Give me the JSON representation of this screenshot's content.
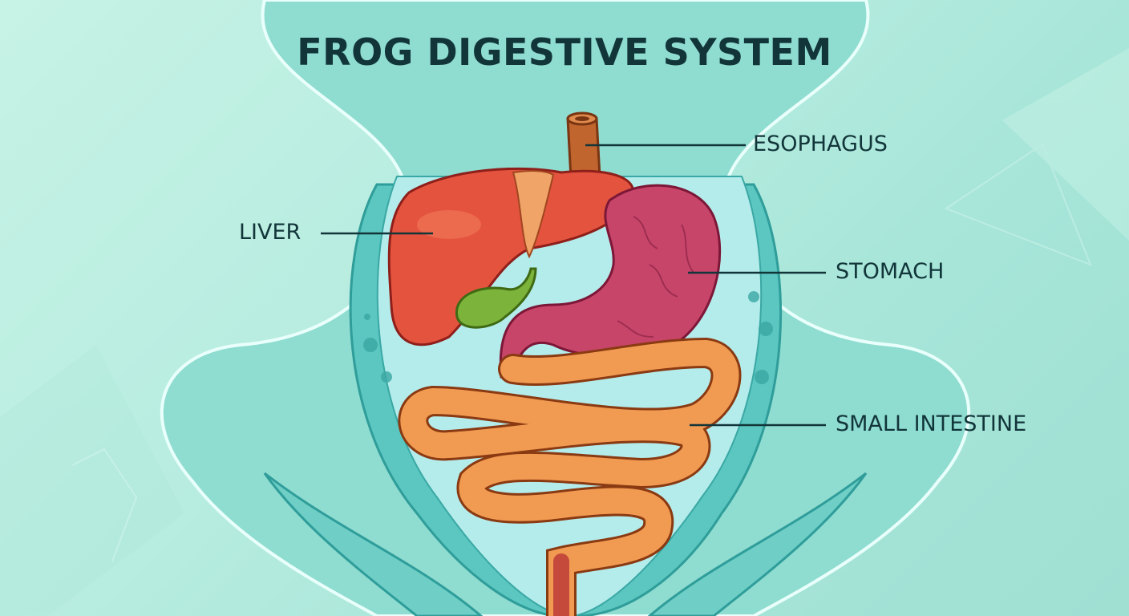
{
  "title": "FROG DIGESTIVE SYSTEM",
  "labels": {
    "esophagus": "ESOPHAGUS",
    "liver": "LIVER",
    "stomach": "STOMACH",
    "small_intestine": "SMALL INTESTINE"
  },
  "colors": {
    "background": "#b7ece0",
    "body_inner": "#b4ecec",
    "body_wall": "#5cc6c0",
    "liver": "#e4533e",
    "gallbladder": "#7cb33a",
    "stomach": "#c8456a",
    "intestine": "#f19a52",
    "esophagus": "#c0652e",
    "text": "#12353a"
  }
}
